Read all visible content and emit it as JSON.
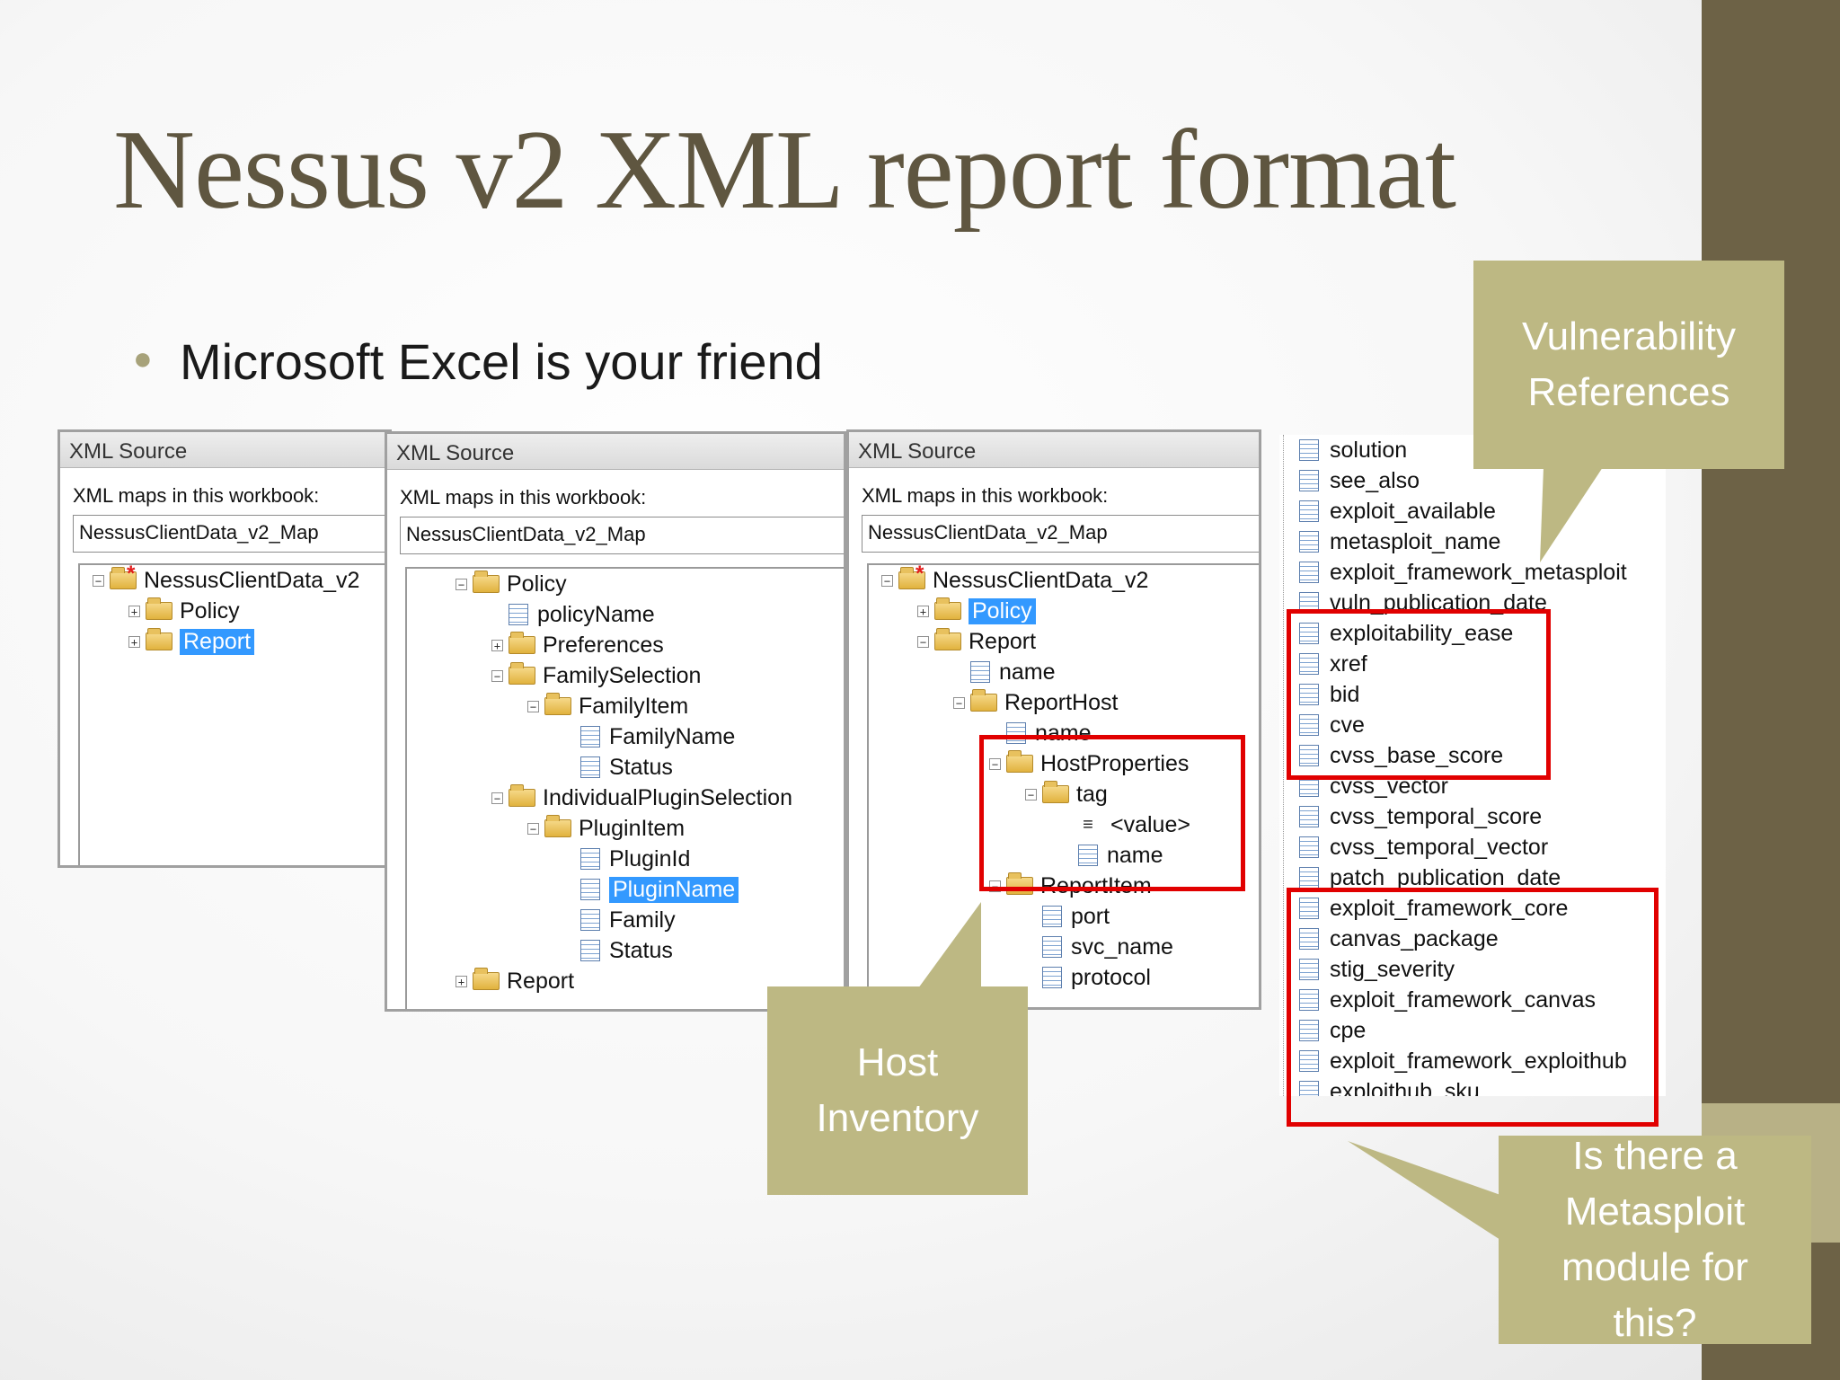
{
  "slide": {
    "title": "Nessus v2 XML report format",
    "bullet": "Microsoft Excel is your friend"
  },
  "panes": [
    {
      "header": "XML Source",
      "subtitle": "XML maps in this workbook:",
      "map": "NessusClientData_v2_Map",
      "nodes": [
        "NessusClientData_v2",
        "Policy",
        "Report"
      ]
    },
    {
      "header": "XML Source",
      "subtitle": "XML maps in this workbook:",
      "map": "NessusClientData_v2_Map",
      "nodes": [
        "Policy",
        "policyName",
        "Preferences",
        "FamilySelection",
        "FamilyItem",
        "FamilyName",
        "Status",
        "IndividualPluginSelection",
        "PluginItem",
        "PluginId",
        "PluginName",
        "Family",
        "Status",
        "Report"
      ]
    },
    {
      "header": "XML Source",
      "subtitle": "XML maps in this workbook:",
      "map": "NessusClientData_v2_Map",
      "nodes": [
        "NessusClientData_v2",
        "Policy",
        "Report",
        "name",
        "ReportHost",
        "name",
        "HostProperties",
        "tag",
        "<value>",
        "name",
        "ReportItem",
        "port",
        "svc_name",
        "protocol"
      ]
    }
  ],
  "field_list": [
    "solution",
    "see_also",
    "exploit_available",
    "metasploit_name",
    "exploit_framework_metasploit",
    "vuln_publication_date",
    "exploitability_ease",
    "xref",
    "bid",
    "cve",
    "cvss_base_score",
    "cvss_vector",
    "cvss_temporal_score",
    "cvss_temporal_vector",
    "patch_publication_date",
    "exploit_framework_core",
    "canvas_package",
    "stig_severity",
    "exploit_framework_canvas",
    "cpe",
    "exploit_framework_exploithub",
    "exploithub_sku"
  ],
  "callouts": {
    "vuln_refs": [
      "Vulnerability",
      "References"
    ],
    "host_inventory": [
      "Host",
      "Inventory"
    ],
    "metasploit": [
      "Is there a",
      "Metasploit",
      "module for",
      "this?"
    ]
  },
  "colors": {
    "title": "#5f5640",
    "side_bar": "#6d6246",
    "callout": "#bdb883",
    "highlight_box": "#e10000",
    "selection": "#3399ff"
  },
  "icons": [
    "folder-icon",
    "xml-element-icon",
    "expand-icon",
    "collapse-icon",
    "value-icon"
  ]
}
